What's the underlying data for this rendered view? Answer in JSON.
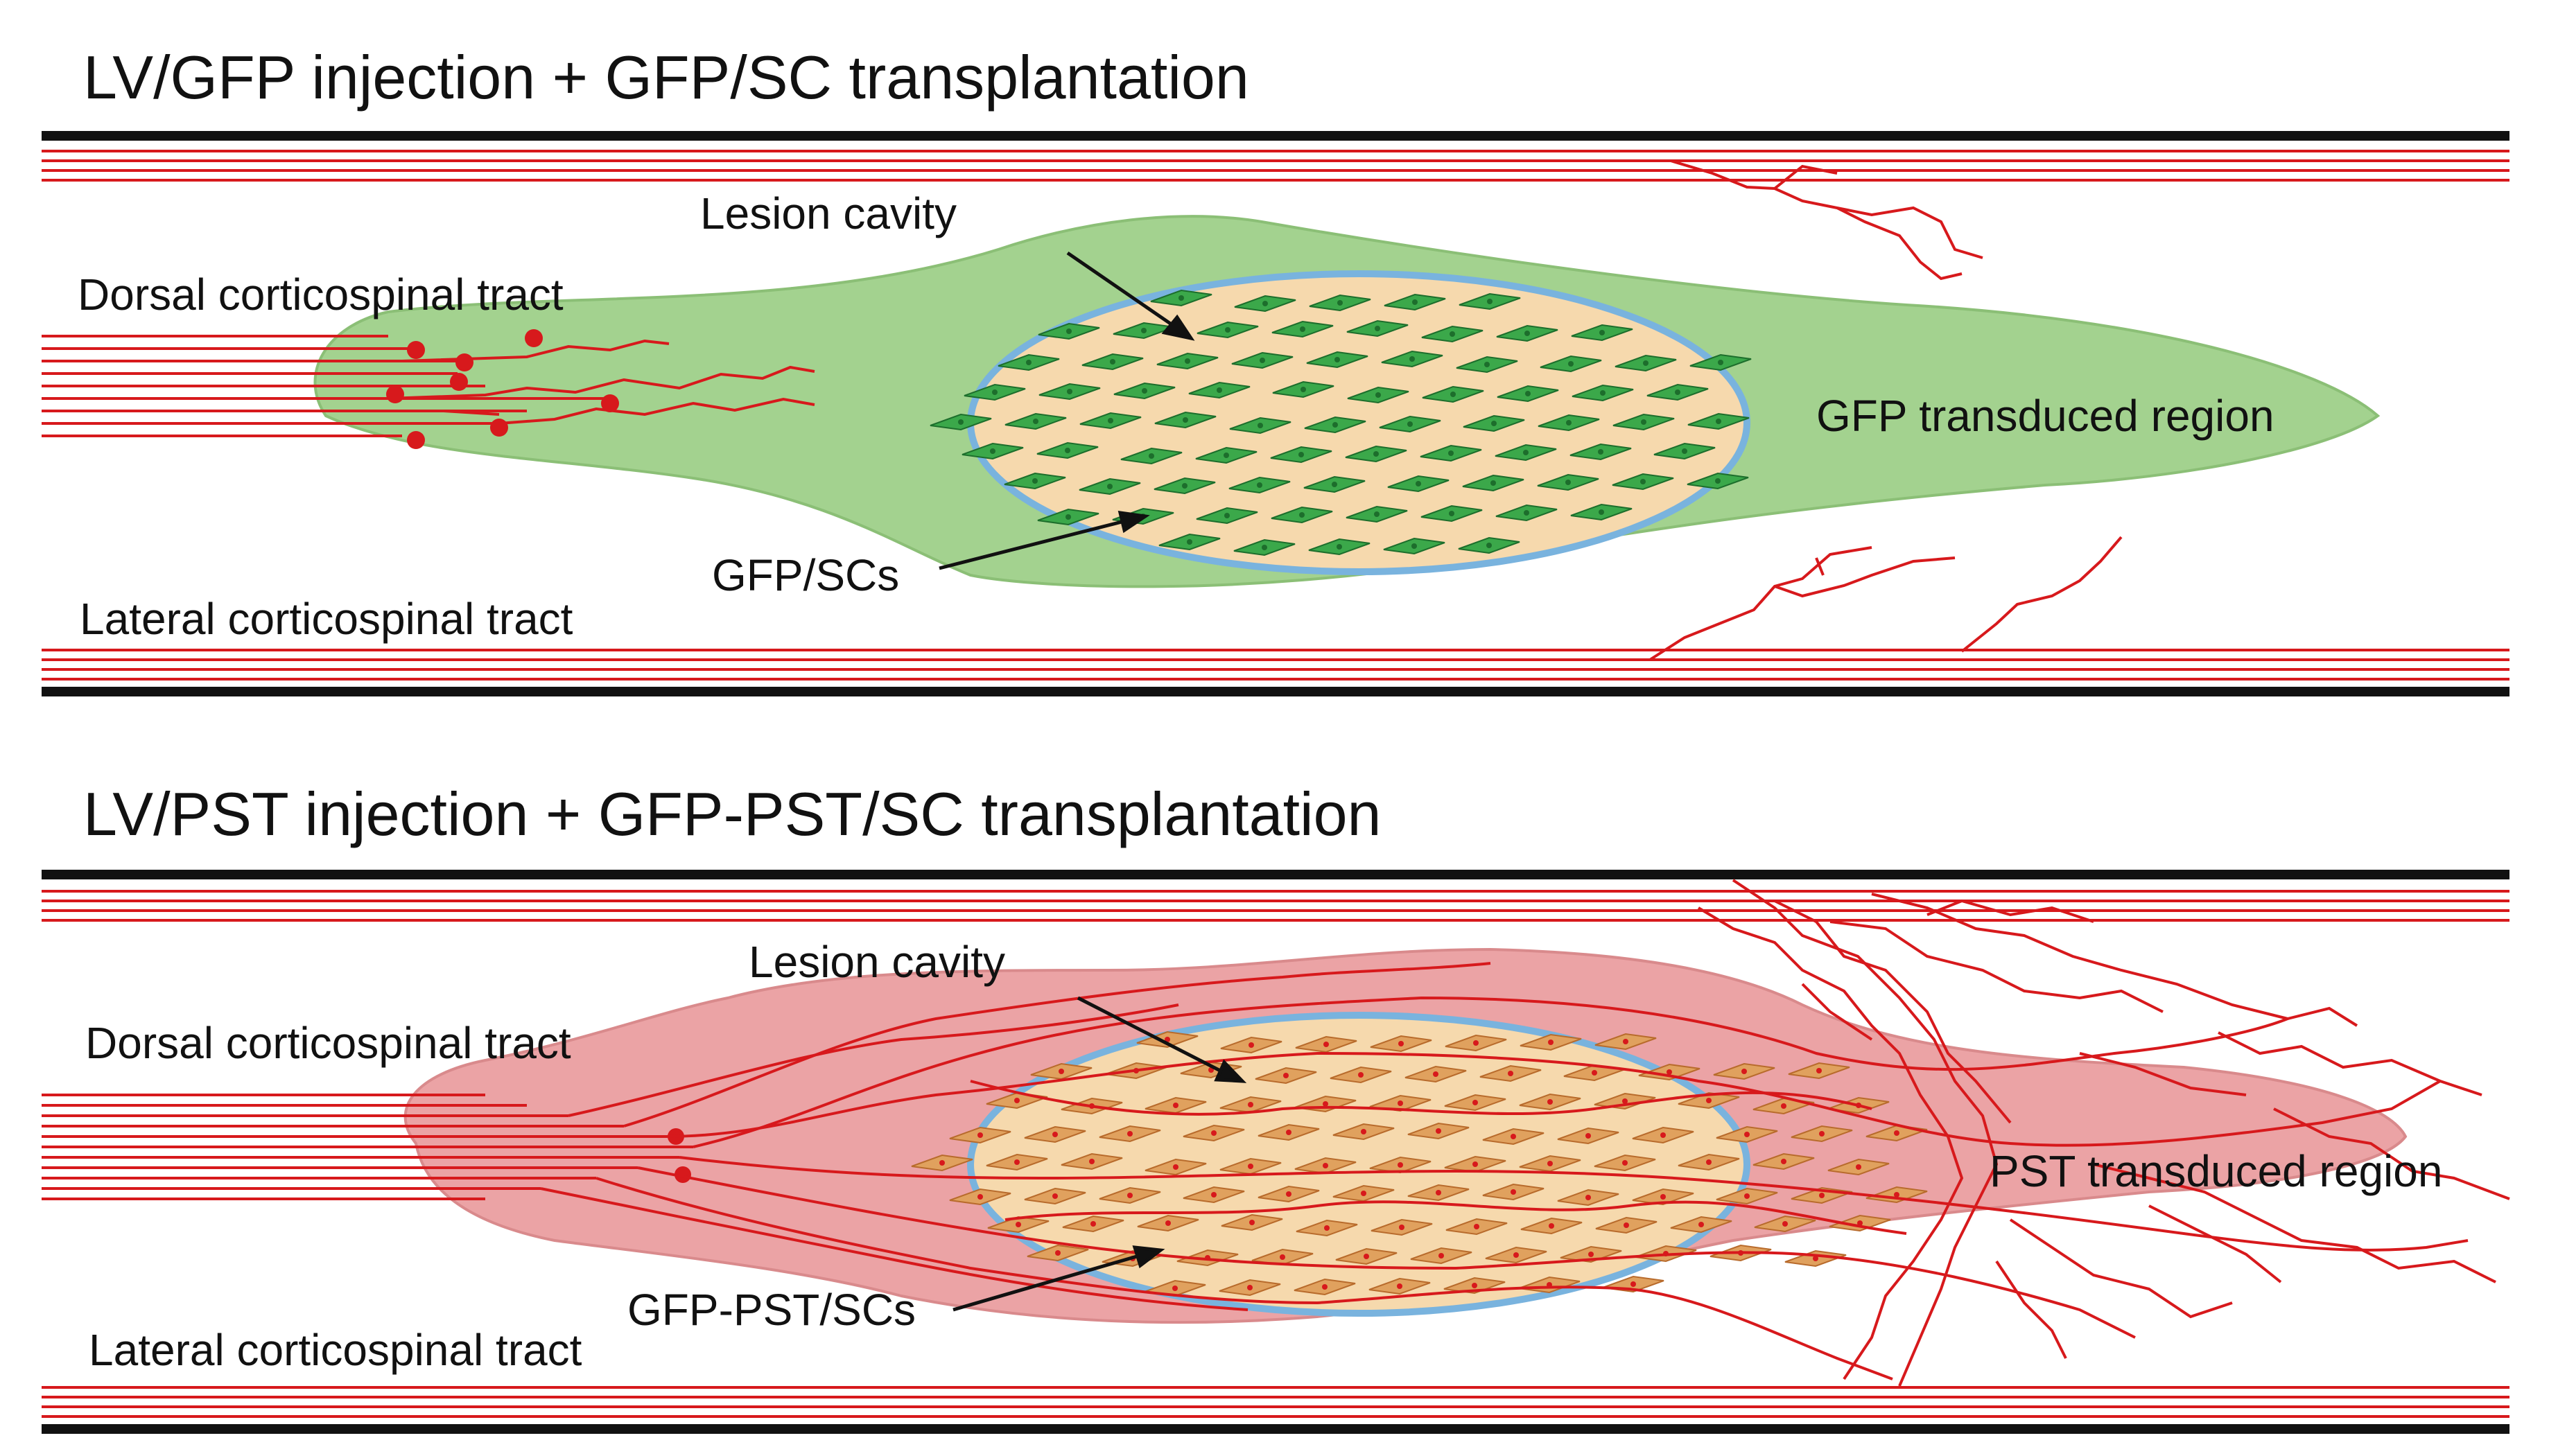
{
  "colors": {
    "axon": "#d7191c",
    "border_line": "#111111",
    "gfp_region": "#a3d28f",
    "gfp_region_edge": "#8bbf76",
    "pst_region": "#eba3a5",
    "pst_region_edge": "#d98a8c",
    "cavity_fill": "#f6d9ad",
    "cavity_edge": "#79b3de",
    "cell_green": "#3ba84a",
    "cell_green_dark": "#1d6e2c",
    "cell_orange": "#e0a15e",
    "cell_orange_dark": "#b86b2c",
    "nucleus_red": "#d7191c",
    "arrow": "#111111"
  },
  "panels": [
    {
      "id": "gfp",
      "title": "LV/GFP injection + GFP/SC transplantation",
      "labels": {
        "lesion_cavity": "Lesion cavity",
        "dorsal_tract": "Dorsal corticospinal tract",
        "transduced_region": "GFP transduced region",
        "cells": "GFP/SCs",
        "lateral_tract": "Lateral corticospinal tract"
      }
    },
    {
      "id": "pst",
      "title": "LV/PST injection + GFP-PST/SC transplantation",
      "labels": {
        "lesion_cavity": "Lesion cavity",
        "dorsal_tract": "Dorsal corticospinal tract",
        "transduced_region": "PST transduced region",
        "cells": "GFP-PST/SCs",
        "lateral_tract": "Lateral corticospinal tract"
      }
    }
  ]
}
